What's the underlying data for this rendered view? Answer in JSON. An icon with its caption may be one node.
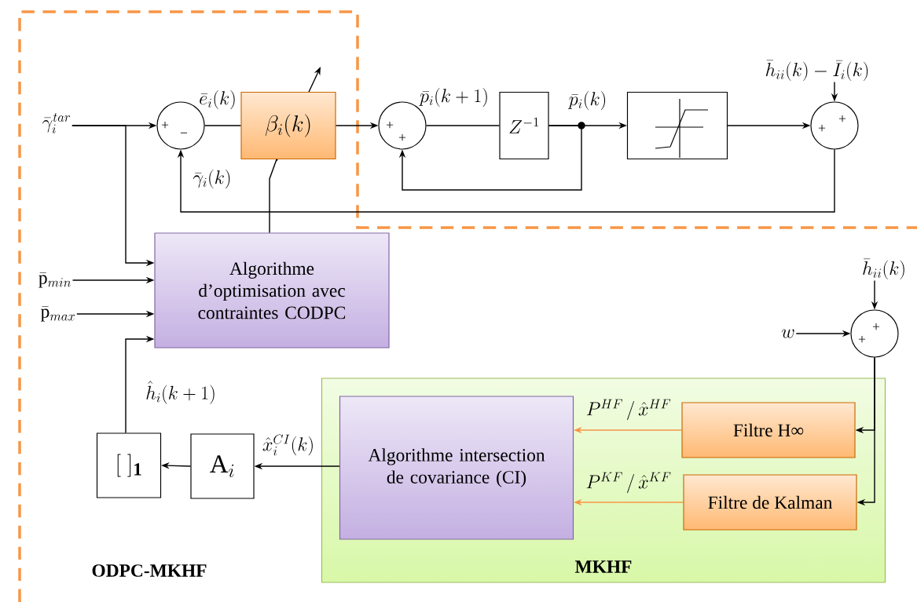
{
  "diagram": {
    "nodes": [
      {
        "text": [
          "\\bar{\\gamma}_i^{tar}"
        ]
      },
      {
        "text": [
          "+",
          "−"
        ]
      },
      {
        "text": [
          "\\beta_i(k)"
        ]
      },
      {
        "text": [
          "+",
          "+"
        ]
      },
      {
        "text": [
          "Z^{-1}"
        ]
      },
      {
        "text": [],
        "shape": "box"
      },
      {
        "text": [
          "\\bar{h}_{ii}(k)-\\bar{I}_i(k)"
        ]
      },
      {
        "text": [
          "+",
          "+"
        ]
      },
      {
        "text": [
          "\\bar{\\mathrm{p}}_{min}"
        ]
      },
      {
        "text": [
          "\\bar{\\mathrm{p}}_{max}"
        ]
      },
      {
        "text": [
          "Algorithme d’optimisation avec contraintes CODPC"
        ]
      },
      {
        "text": [
          "\\bar{h}_{ii}(k)"
        ]
      },
      {
        "text": [
          "w"
        ]
      },
      {
        "text": [
          "+",
          "+"
        ]
      },
      {
        "text": [
          "MKHF"
        ]
      },
      {
        "text": [
          "Algorithme intersection de covariance (CI)"
        ],
        "in": 14
      },
      {
        "text": [
          "Filtre H∞"
        ],
        "in": 14
      },
      {
        "text": [
          "Filtre de Kalman"
        ],
        "in": 14
      },
      {
        "text": [
          "\\mathrm{A}_i"
        ]
      },
      {
        "text": [
          "[\\;]_{\\mathbf{1}}"
        ]
      }
    ],
    "edges": [
      {
        "from": 0,
        "to": 1,
        "arrow": "to"
      },
      {
        "from": 0,
        "to": 10,
        "arrow": "to"
      },
      {
        "from": 1,
        "to": 2,
        "arrow": "none",
        "label": "\\bar{e}_i(k)"
      },
      {
        "from": 2,
        "to": 3,
        "arrow": "to"
      },
      {
        "from": 3,
        "to": 4,
        "arrow": "none",
        "label": "\\bar{p}_i(k+1)"
      },
      {
        "from": 4,
        "to": 5,
        "arrow": "to",
        "label": "\\bar{p}_i(k)"
      },
      {
        "from": 4,
        "to": 3,
        "arrow": "to"
      },
      {
        "from": 5,
        "to": 7,
        "arrow": "to"
      },
      {
        "from": 6,
        "to": 7,
        "arrow": "to"
      },
      {
        "from": 7,
        "to": 1,
        "arrow": "to",
        "label": "\\bar{\\gamma}_i(k)"
      },
      {
        "from": 8,
        "to": 10,
        "arrow": "to"
      },
      {
        "from": 9,
        "to": 10,
        "arrow": "to"
      },
      {
        "from": 10,
        "to": 2,
        "arrow": "none"
      },
      {
        "from": 11,
        "to": 13,
        "arrow": "to"
      },
      {
        "from": 12,
        "to": 13,
        "arrow": "to"
      },
      {
        "from": 13,
        "to": 16,
        "arrow": "to"
      },
      {
        "from": 13,
        "to": 17,
        "arrow": "to"
      },
      {
        "from": 16,
        "to": 15,
        "arrow": "to",
        "color": "#f79646",
        "label": "P^{HF}\\,/\\,\\hat{x}^{HF}"
      },
      {
        "from": 17,
        "to": 15,
        "arrow": "to",
        "color": "#f79646",
        "label": "P^{KF}\\,/\\,\\hat{x}^{KF}"
      },
      {
        "from": 15,
        "to": 18,
        "arrow": "to",
        "label": "\\hat{x}_i^{CI}(k)"
      },
      {
        "from": 18,
        "to": 19,
        "arrow": "to"
      },
      {
        "from": 19,
        "to": 10,
        "arrow": "to",
        "label": "\\hat{h}_i(k+1)"
      }
    ],
    "labels": [
      "ODPC-MKHF"
    ]
  }
}
